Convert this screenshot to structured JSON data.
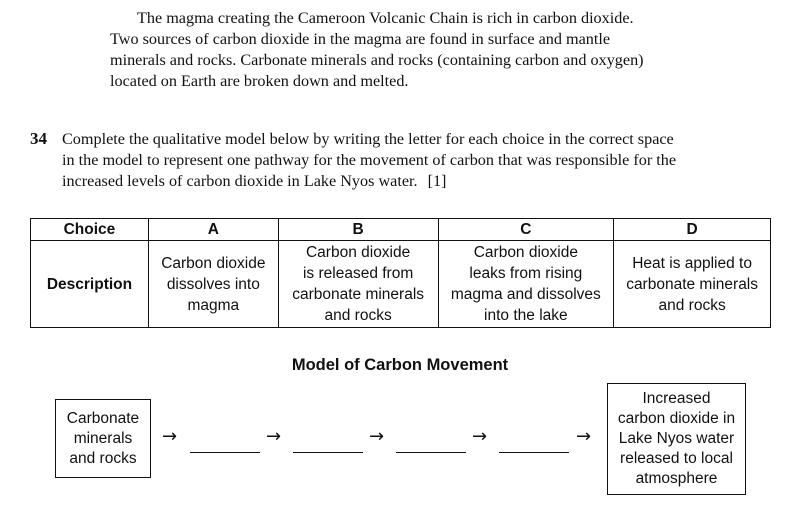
{
  "intro": {
    "lines": [
      "The magma creating the Cameroon Volcanic Chain is rich in carbon dioxide.",
      "Two sources of carbon dioxide in the magma are found in surface and mantle",
      "minerals and rocks. Carbonate minerals and rocks (containing carbon and oxygen)",
      "located on Earth are broken down and melted."
    ]
  },
  "question": {
    "number": "34",
    "lines": [
      "Complete the qualitative model below by writing the letter for each choice in the correct space",
      "in the model to represent one pathway for the movement of carbon that was responsible for the",
      "increased levels of carbon dioxide in Lake Nyos water."
    ],
    "credit": "[1]"
  },
  "table": {
    "header_label": "Choice",
    "row_label": "Description",
    "choices": [
      {
        "letter": "A",
        "lines": [
          "Carbon dioxide",
          "dissolves into",
          "magma"
        ]
      },
      {
        "letter": "B",
        "lines": [
          "Carbon dioxide",
          "is released from",
          "carbonate minerals",
          "and rocks"
        ]
      },
      {
        "letter": "C",
        "lines": [
          "Carbon dioxide",
          "leaks from rising",
          "magma and dissolves",
          "into the lake"
        ]
      },
      {
        "letter": "D",
        "lines": [
          "Heat is applied to",
          "carbonate minerals",
          "and rocks"
        ]
      }
    ]
  },
  "model": {
    "title": "Model of Carbon Movement",
    "start_box": [
      "Carbonate",
      "minerals",
      "and rocks"
    ],
    "end_box": [
      "Increased",
      "carbon dioxide in",
      "Lake Nyos water",
      "released to local",
      "atmosphere"
    ],
    "arrow": "→"
  }
}
